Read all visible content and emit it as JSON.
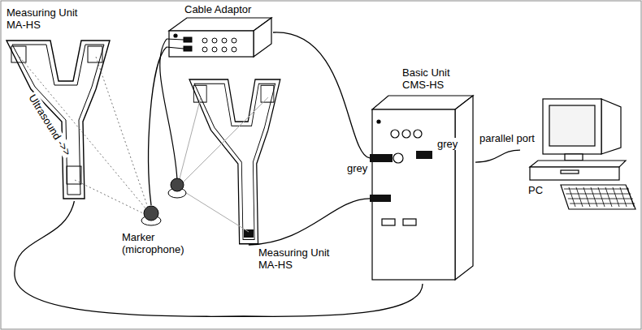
{
  "diagram": {
    "nodes": [
      {
        "text": [
          "Cable Adaptor"
        ]
      },
      {
        "text": [
          "Measuring Unit MA-HS"
        ]
      },
      {
        "text": [
          "Marker (microphone)"
        ]
      },
      {
        "text": [
          "Measuring Unit MA-HS"
        ]
      },
      {
        "text": [
          "Basic Unit CMS-HS"
        ]
      },
      {
        "text": [
          "PC"
        ]
      }
    ],
    "edges": [
      {
        "from": 0,
        "to": 4,
        "arrow": "none"
      },
      {
        "from": 2,
        "to": 0,
        "arrow": "none"
      },
      {
        "from": 3,
        "to": 4,
        "arrow": "none"
      },
      {
        "from": 1,
        "to": 4,
        "arrow": "none"
      },
      {
        "from": 4,
        "to": 5,
        "label": "parallel port",
        "arrow": "none"
      }
    ],
    "labels": [
      "Ultrasound ->>",
      "grey",
      "grey"
    ]
  }
}
